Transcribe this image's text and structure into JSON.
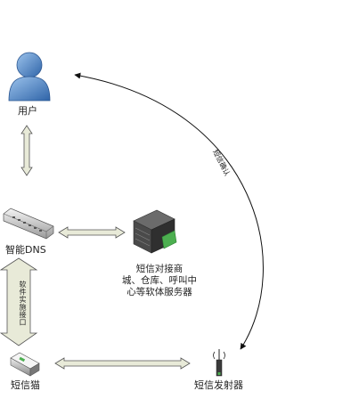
{
  "nodes": {
    "user": {
      "label": "用户"
    },
    "dns": {
      "label": "智能DNS"
    },
    "server": {
      "label_lines": [
        "短信对接商",
        "城、仓库、呼叫中",
        "心等软体服务器"
      ]
    },
    "sms_cat": {
      "label": "短信猫"
    },
    "transmitter": {
      "label": "短信发射器"
    }
  },
  "edges": {
    "software_interface": {
      "label": "软件实施接口"
    },
    "sms_confirm": {
      "label": "短信确认"
    }
  },
  "colors": {
    "arrow_fill": "#e8ead8",
    "arrow_stroke": "#555555",
    "user_blue": "#5b8ec9",
    "server_dark": "#3d3d3d",
    "server_green": "#4caf50"
  }
}
